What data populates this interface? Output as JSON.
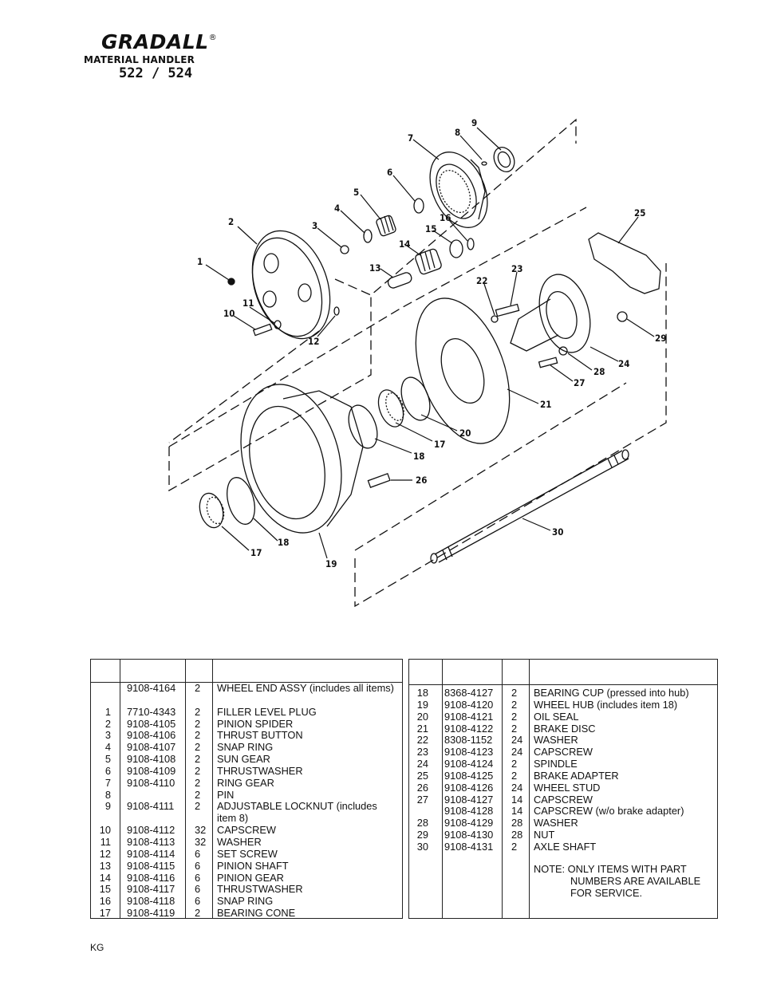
{
  "header": {
    "brand": "GRADALL",
    "registered": "®",
    "subtitle": "MATERIAL HANDLER",
    "model": "522 / 524"
  },
  "diagram": {
    "callouts": [
      "1",
      "2",
      "3",
      "4",
      "5",
      "6",
      "7",
      "8",
      "9",
      "10",
      "11",
      "12",
      "13",
      "14",
      "15",
      "16",
      "17",
      "18",
      "19",
      "20",
      "21",
      "22",
      "23",
      "24",
      "25",
      "26",
      "27",
      "28",
      "29",
      "30",
      "17",
      "18"
    ]
  },
  "parts_left": [
    {
      "item": "",
      "part": "9108-4164",
      "qty": "2",
      "desc": "WHEEL END ASSY (includes all items)"
    },
    {
      "item": "1",
      "part": "7710-4343",
      "qty": "2",
      "desc": "FILLER LEVEL PLUG"
    },
    {
      "item": "2",
      "part": "9108-4105",
      "qty": "2",
      "desc": "PINION SPIDER"
    },
    {
      "item": "3",
      "part": "9108-4106",
      "qty": "2",
      "desc": "THRUST BUTTON"
    },
    {
      "item": "4",
      "part": "9108-4107",
      "qty": "2",
      "desc": "SNAP RING"
    },
    {
      "item": "5",
      "part": "9108-4108",
      "qty": "2",
      "desc": "SUN GEAR"
    },
    {
      "item": "6",
      "part": "9108-4109",
      "qty": "2",
      "desc": "THRUSTWASHER"
    },
    {
      "item": "7",
      "part": "9108-4110",
      "qty": "2",
      "desc": "RING GEAR"
    },
    {
      "item": "8",
      "part": "",
      "qty": "2",
      "desc": "PIN"
    },
    {
      "item": "9",
      "part": "9108-4111",
      "qty": "2",
      "desc": "ADJUSTABLE LOCKNUT (includes item 8)"
    },
    {
      "item": "10",
      "part": "9108-4112",
      "qty": "32",
      "desc": "CAPSCREW"
    },
    {
      "item": "11",
      "part": "9108-4113",
      "qty": "32",
      "desc": "WASHER"
    },
    {
      "item": "12",
      "part": "9108-4114",
      "qty": "6",
      "desc": "SET SCREW"
    },
    {
      "item": "13",
      "part": "9108-4115",
      "qty": "6",
      "desc": "PINION SHAFT"
    },
    {
      "item": "14",
      "part": "9108-4116",
      "qty": "6",
      "desc": "PINION GEAR"
    },
    {
      "item": "15",
      "part": "9108-4117",
      "qty": "6",
      "desc": "THRUSTWASHER"
    },
    {
      "item": "16",
      "part": "9108-4118",
      "qty": "6",
      "desc": "SNAP RING"
    },
    {
      "item": "17",
      "part": "9108-4119",
      "qty": "2",
      "desc": "BEARING CONE"
    }
  ],
  "parts_right": [
    {
      "item": "18",
      "part": "8368-4127",
      "qty": "2",
      "desc": "BEARING CUP (pressed into hub)"
    },
    {
      "item": "19",
      "part": "9108-4120",
      "qty": "2",
      "desc": "WHEEL HUB (includes item 18)"
    },
    {
      "item": "20",
      "part": "9108-4121",
      "qty": "2",
      "desc": "OIL SEAL"
    },
    {
      "item": "21",
      "part": "9108-4122",
      "qty": "2",
      "desc": "BRAKE DISC"
    },
    {
      "item": "22",
      "part": "8308-1152",
      "qty": "24",
      "desc": "WASHER"
    },
    {
      "item": "23",
      "part": "9108-4123",
      "qty": "24",
      "desc": "CAPSCREW"
    },
    {
      "item": "24",
      "part": "9108-4124",
      "qty": "2",
      "desc": "SPINDLE"
    },
    {
      "item": "25",
      "part": "9108-4125",
      "qty": "2",
      "desc": "BRAKE ADAPTER"
    },
    {
      "item": "26",
      "part": "9108-4126",
      "qty": "24",
      "desc": "WHEEL STUD"
    },
    {
      "item": "27",
      "part": "9108-4127",
      "qty": "14",
      "desc": "CAPSCREW"
    },
    {
      "item": "",
      "part": "9108-4128",
      "qty": "14",
      "desc": "CAPSCREW (w/o brake adapter)"
    },
    {
      "item": "28",
      "part": "9108-4129",
      "qty": "28",
      "desc": "WASHER"
    },
    {
      "item": "29",
      "part": "9108-4130",
      "qty": "28",
      "desc": "NUT"
    },
    {
      "item": "30",
      "part": "9108-4131",
      "qty": "2",
      "desc": "AXLE SHAFT"
    }
  ],
  "note": {
    "line1": "NOTE:  ONLY ITEMS WITH PART",
    "line2": "NUMBERS ARE AVAILABLE",
    "line3": "FOR SERVICE."
  },
  "footer": {
    "code": "KG"
  }
}
